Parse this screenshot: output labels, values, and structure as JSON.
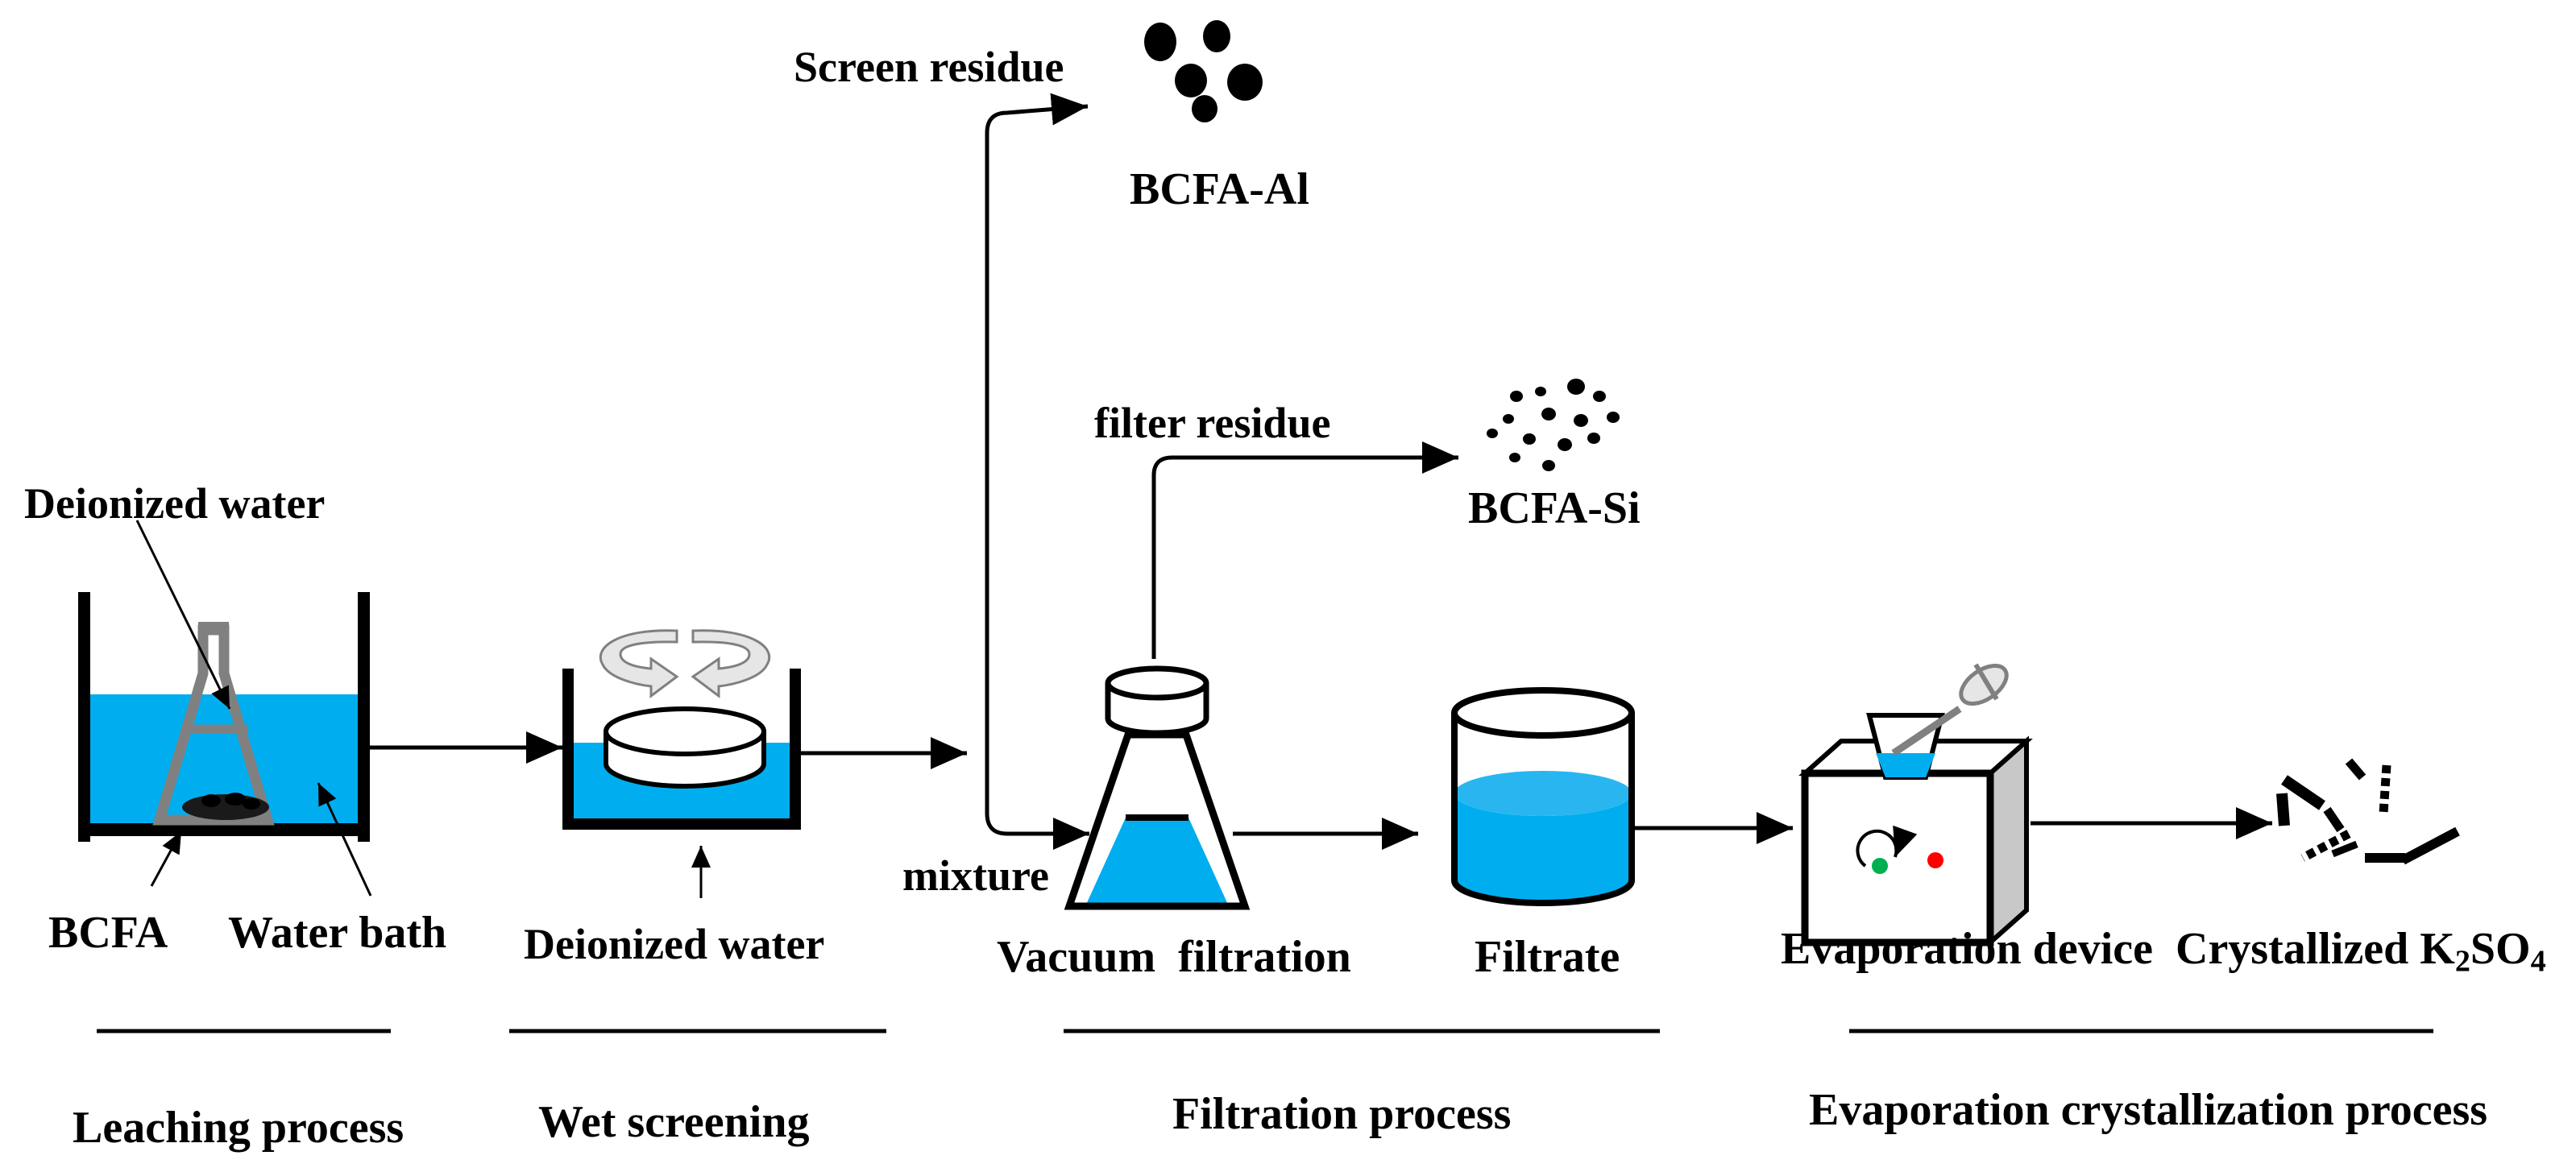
{
  "labels": {
    "deionized_water_top": "Deionized water",
    "bcfa": "BCFA",
    "water_bath": "Water bath",
    "deionized_water_bottom": "Deionized water",
    "screen_residue": "Screen residue",
    "bcfa_al": "BCFA-Al",
    "filter_residue": "filter residue",
    "bcfa_si": "BCFA-Si",
    "mixture": "mixture",
    "vacuum_filtration": "Vacuum  filtration",
    "filtrate": "Filtrate",
    "evaporation_device": "Evaporation device",
    "crystallized_prefix": "Crystallized K",
    "crystallized_sub1": "2",
    "crystallized_mid": "SO",
    "crystallized_sub2": "4"
  },
  "stages": {
    "leaching": "Leaching process",
    "wet_screening": "Wet screening",
    "filtration": "Filtration process",
    "evaporation": "Evaporation crystallization process"
  },
  "colors": {
    "water": "#00AEEF",
    "ink": "#000000",
    "gray": "#808080",
    "light_gray": "#C8C8C8",
    "dot_green": "#00B050",
    "dot_red": "#FF0000"
  }
}
